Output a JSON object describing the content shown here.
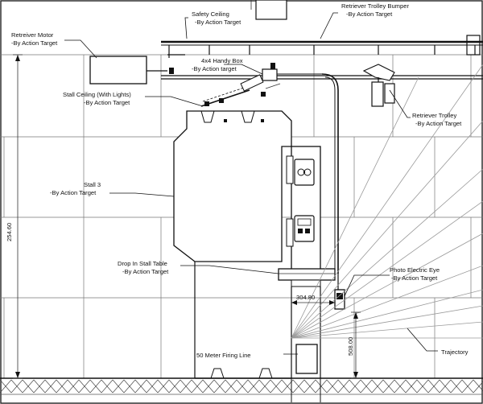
{
  "labels": {
    "retriever_motor": [
      "Retreiver Motor",
      "-By Action Target"
    ],
    "safety_ceiling": [
      "Safety Ceiling",
      "-By Action Target"
    ],
    "trolley_bumper": [
      "Retriever Trolley Bumper",
      "-By Action Target"
    ],
    "handy_box": [
      "4x4 Handy Box",
      "-By Action target"
    ],
    "stall_ceiling": [
      "Stall Ceiling (With Lights)",
      "-By Action Target"
    ],
    "retriever_trolley": [
      "Retriever Trolley",
      "-By Action Target"
    ],
    "stall": [
      "Stall 3",
      "-By Action Target"
    ],
    "stall_table": [
      "Drop In Stall Table",
      "-By Action Target"
    ],
    "photo_eye": [
      "Photo Electric Eye",
      "-By Action Target"
    ],
    "trajectory": "Trajectory",
    "firing_line": "50 Meter Firing Line"
  },
  "dimensions": {
    "height": "254.60",
    "stall_width": "304.80",
    "lower": "508.00"
  }
}
